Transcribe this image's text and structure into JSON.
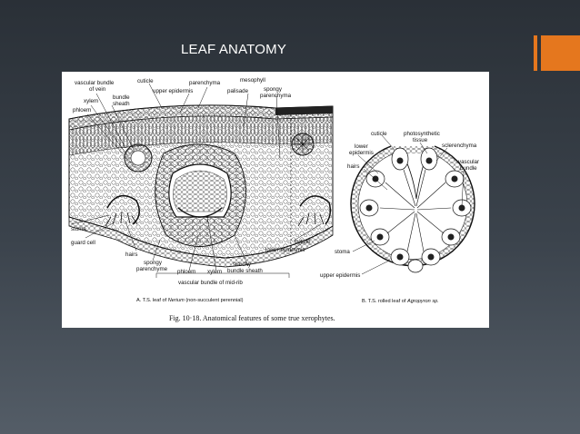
{
  "slide": {
    "title": "LEAF ANATOMY",
    "colors": {
      "background": "#2b3138",
      "accent": "#e5771e",
      "text": "#ffffff"
    }
  },
  "figure": {
    "left_labels": {
      "vascular_bundle_1": "vascular bundle",
      "vascular_bundle_2": "of vein",
      "cuticle": "cuticle",
      "parenchyma": "parenchyma",
      "mesophyll": "mesophyll",
      "upper_epidermis": "upper epidermis",
      "palisade": "palisade",
      "spongy_1": "spongy",
      "spongy_2": "parenchyma",
      "xylem": "xylem",
      "bundle_1": "bundle",
      "bundle_2": "sheath",
      "phloem": "phloem",
      "stoma": "stoma",
      "guard_cell": "guard cell",
      "hairs": "hairs",
      "spongy_par_1": "spongy",
      "spongy_par_2": "parenchyme",
      "phloem_bottom": "phloem",
      "xylem_bottom": "xylem",
      "starchy_1": "starchy",
      "starchy_2": "bundle sheath",
      "cuticle_right": "cuticle",
      "lower_epidermis": "lower epidermis",
      "midrib": "vascular bundle of mid-rib",
      "caption_a_prefix": "A.  T.S. leaf of ",
      "caption_a_genus": "Nerium",
      "caption_a_suffix": " (non-succulent perennial)"
    },
    "right_labels": {
      "cuticle": "cuticle",
      "photo_1": "photosynthetic",
      "photo_2": "tissue",
      "lower_1": "lower",
      "lower_2": "epidermis",
      "sclerenchyma": "sclerenchyma",
      "hairs": "hairs",
      "vascular_1": "vascular",
      "vascular_2": "bundle",
      "stoma": "stoma",
      "upper_epidermis": "upper epidermis",
      "caption_b_prefix": "B.  T.S. rolled leaf of ",
      "caption_b_genus": "Agropyron sp."
    },
    "caption": "Fig. 10·18.   Anatomical features of some true xerophytes."
  }
}
